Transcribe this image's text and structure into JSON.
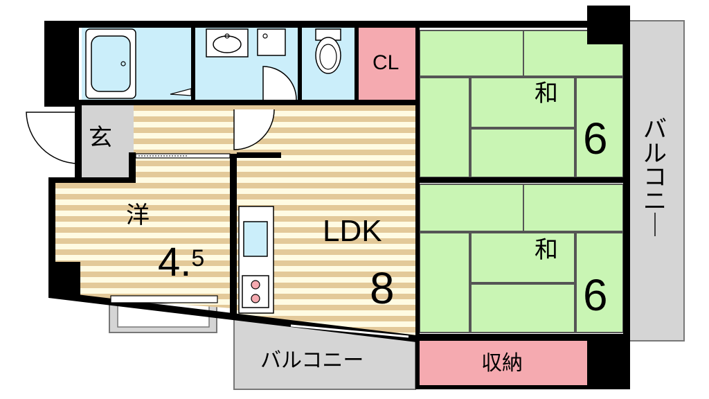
{
  "rooms": {
    "entrance": {
      "label": "玄"
    },
    "western": {
      "label": "洋",
      "size_main": "4.",
      "size_sup": "5"
    },
    "ldk": {
      "label": "LDK",
      "size": "8"
    },
    "japanese_upper": {
      "label": "和",
      "size": "6"
    },
    "japanese_lower": {
      "label": "和",
      "size": "6"
    },
    "closet": {
      "label": "CL"
    },
    "storage": {
      "label": "収納"
    },
    "balcony_bottom": {
      "label": "バルコニー"
    },
    "balcony_right": {
      "label": "バルコニー"
    }
  },
  "colors": {
    "wall": "#000000",
    "bath": "#cbeefa",
    "closet": "#f5aab0",
    "tatami": "#c9f5b4",
    "wood_light": "#fffbe3",
    "wood_dark": "#e3c999",
    "balcony": "#d5d5d5",
    "entrance_floor": "#d3d3d3"
  }
}
